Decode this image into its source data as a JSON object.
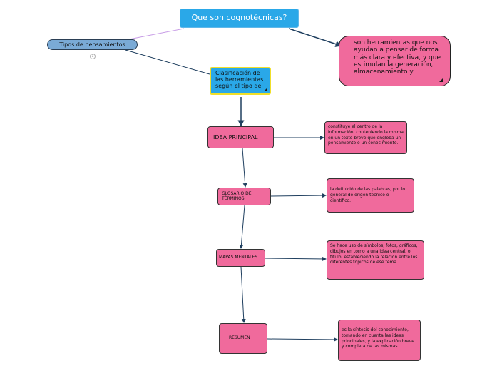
{
  "root": {
    "label": "Que son cognotécnicas?"
  },
  "tipos": {
    "label": "Tipos de pensamientos",
    "collapse_count": "1"
  },
  "definition": {
    "text": "son herramientas que nos ayudan a pensar de forma más clara y efectiva, y que estimulan la generación, almacenamiento y"
  },
  "clasificacion": {
    "label": "Clasificación de las herramientas según el tipo de"
  },
  "concepts": [
    {
      "label": "IDEA PRINCIPAL",
      "description": "constituye el centro de la información, conteniendo la misma en un texto breve que engloba un pensamiento o un conocimiento."
    },
    {
      "label": "GLOSARIO DE TÉRMINOS",
      "description": "la definición de las palabras, por lo general de origen técnico o científico."
    },
    {
      "label": "MAPAS MENTALES",
      "description": "Se hace uso de símbolos, fotos, gráficos, dibujos en torno a una idea central, o título, estableciendo la relación entre los diferentes tópicos de ese tema"
    },
    {
      "label": "RESUMEN",
      "description": "es la síntesis del conocimiento, tomando en cuenta las ideas principales, y la explicación breve y completa de las mismas."
    }
  ],
  "colors": {
    "blue_node": "#2aa8e8",
    "pink_node": "#f06a9c",
    "tipos_node": "#7aaad6",
    "edge_dark": "#1f3f5f",
    "edge_light": "#c79be6"
  }
}
